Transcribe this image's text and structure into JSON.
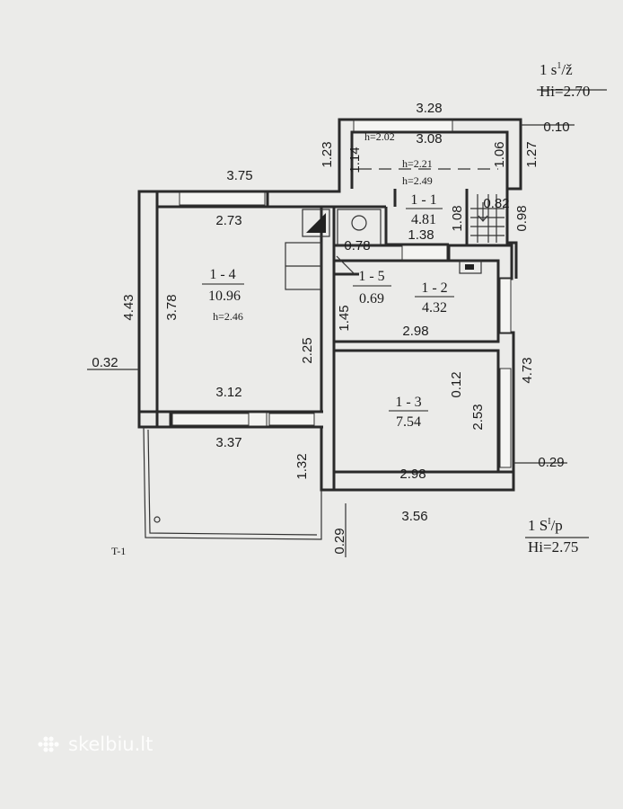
{
  "annotations": {
    "top_right_level": "1 s",
    "top_right_level_sup": "1",
    "top_right_level_suffix": "/ž",
    "top_right_height": "Hi=2.70",
    "bottom_right_level": "1 S",
    "bottom_right_level_sup": "I",
    "bottom_right_level_suffix": "/p",
    "bottom_right_height": "Hi=2.75",
    "sheet_label": "T-1"
  },
  "rooms": {
    "r1_1": {
      "id": "1 - 1",
      "area": "4.81"
    },
    "r1_2": {
      "id": "1 - 2",
      "area": "4.32"
    },
    "r1_3": {
      "id": "1 - 3",
      "area": "7.54"
    },
    "r1_4": {
      "id": "1 - 4",
      "area": "10.96",
      "height": "h=2.46"
    },
    "r1_5": {
      "id": "1 - 5",
      "area": "0.69"
    }
  },
  "heights": {
    "h_202": "h=2.02",
    "h_221": "h=2.21",
    "h_249": "h=2.49"
  },
  "dimensions": {
    "d_328": "3.28",
    "d_308": "3.08",
    "d_010": "0.10",
    "d_123": "1.23",
    "d_114": "1.14",
    "d_106": "1.06",
    "d_127": "1.27",
    "d_375": "3.75",
    "d_273": "2.73",
    "d_108": "1.08",
    "d_082": "0.82",
    "d_098": "0.98",
    "d_078": "0.78",
    "d_138": "1.38",
    "d_443": "4.43",
    "d_378": "3.78",
    "d_145": "1.45",
    "d_298_top": "2.98",
    "d_032": "0.32",
    "d_225": "2.25",
    "d_012": "0.12",
    "d_473": "4.73",
    "d_312": "3.12",
    "d_253": "2.53",
    "d_337": "3.37",
    "d_132": "1.32",
    "d_029_right": "0.29",
    "d_298_bottom": "2.98",
    "d_356": "3.56",
    "d_029_bottom": "0.29"
  },
  "watermark": {
    "text": "skelbiu.lt",
    "icon": "dots-logo-icon"
  }
}
